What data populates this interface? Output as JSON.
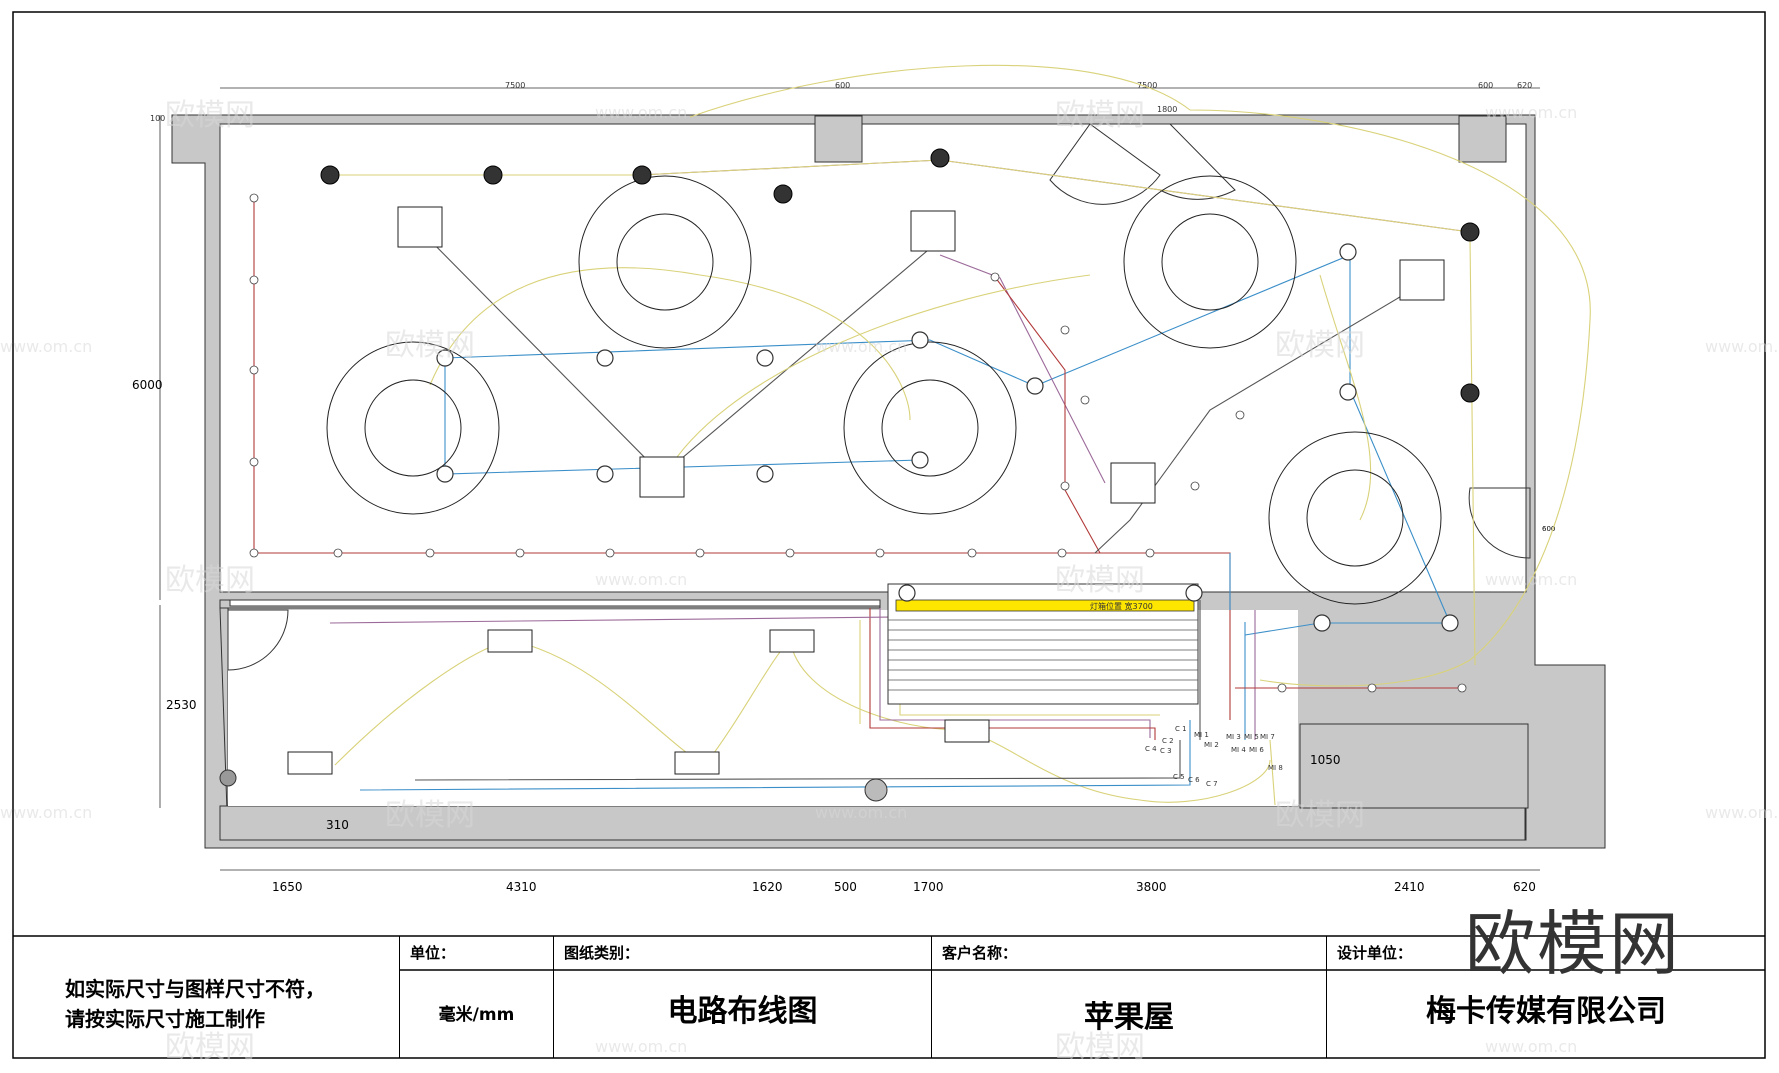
{
  "drawing": {
    "dimensions_top": [
      "7500",
      "600",
      "7500",
      "600",
      "620",
      "1800",
      "100"
    ],
    "dimensions_left": [
      "6000",
      "2530"
    ],
    "dimensions_bottom": [
      "1650",
      "4310",
      "1620",
      "500",
      "1700",
      "3800",
      "2410",
      "620"
    ],
    "dim_inner": [
      "310",
      "1050",
      "600"
    ],
    "lightbox_label": "灯箱位置  宽3700",
    "circuit_labels": [
      "C 1",
      "C 2",
      "C 3",
      "C 4",
      "MI 1",
      "MI 2",
      "MI 3",
      "MI 4",
      "MI 5",
      "MI 6",
      "MI 7",
      "MI 8",
      "C 5",
      "C 6",
      "C 7"
    ],
    "colors": {
      "wall_fill": "#c8c8c8",
      "wire_blue": "#3b8fc9",
      "wire_yellow": "#d9d27a",
      "wire_red": "#b23a3a",
      "wire_purple": "#9c6a9a",
      "wire_gray": "#555555",
      "lightbox": "#ffe600"
    }
  },
  "title_block": {
    "note_line1": "如实际尺寸与图样尺寸不符，",
    "note_line2": "请按实际尺寸施工制作",
    "unit_label": "单位：",
    "unit_value": "毫米/mm",
    "type_label": "图纸类别：",
    "type_value": "电路布线图",
    "client_label": "客户名称：",
    "client_value": "苹果屋",
    "designer_label": "设计单位：",
    "designer_value": "梅卡传媒有限公司"
  },
  "watermark": {
    "brand": "欧模网",
    "site": "www.om.cn"
  }
}
